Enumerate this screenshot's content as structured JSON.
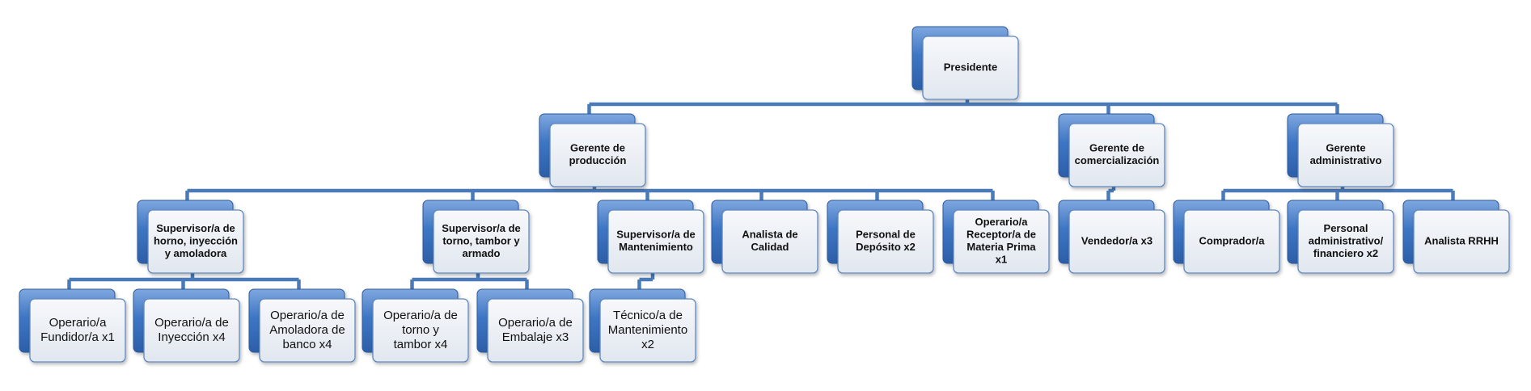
{
  "colors": {
    "connector": "#4a7ab8",
    "back_card": "#3f78c6",
    "front_card": "#eef2f7",
    "front_border": "#5f88bf",
    "text": "#111111"
  },
  "nodes": [
    {
      "id": "presidente",
      "lines": [
        "Presidente"
      ],
      "bold": true
    },
    {
      "id": "gerente-produccion",
      "lines": [
        "Gerente de",
        "producción"
      ],
      "bold": true
    },
    {
      "id": "gerente-comercializacion",
      "lines": [
        "Gerente de",
        "comercialización"
      ],
      "bold": true
    },
    {
      "id": "gerente-administrativo",
      "lines": [
        "Gerente",
        "administrativo"
      ],
      "bold": true
    },
    {
      "id": "supervisor-horno",
      "lines": [
        "Supervisor/a de",
        "horno, inyección",
        "y amoladora"
      ],
      "bold": true
    },
    {
      "id": "supervisor-torno",
      "lines": [
        "Supervisor/a de",
        "torno, tambor y",
        "armado"
      ],
      "bold": true
    },
    {
      "id": "supervisor-mantenimiento",
      "lines": [
        "Supervisor/a de",
        "Mantenimiento"
      ],
      "bold": true
    },
    {
      "id": "analista-calidad",
      "lines": [
        "Analista de",
        "Calidad"
      ],
      "bold": true
    },
    {
      "id": "personal-deposito",
      "lines": [
        "Personal de",
        "Depósito x2"
      ],
      "bold": true
    },
    {
      "id": "operario-receptor",
      "lines": [
        "Operario/a",
        "Receptor/a de",
        "Materia Prima",
        "x1"
      ],
      "bold": true
    },
    {
      "id": "vendedor",
      "lines": [
        "Vendedor/a x3"
      ],
      "bold": true
    },
    {
      "id": "comprador",
      "lines": [
        "Comprador/a"
      ],
      "bold": true
    },
    {
      "id": "personal-administrativo",
      "lines": [
        "Personal",
        "administrativo/",
        "financiero x2"
      ],
      "bold": true
    },
    {
      "id": "analista-rrhh",
      "lines": [
        "Analista RRHH"
      ],
      "bold": true
    },
    {
      "id": "operario-fundidor",
      "lines": [
        "Operario/a",
        "Fundidor/a x1"
      ],
      "bold": false
    },
    {
      "id": "operario-inyeccion",
      "lines": [
        "Operario/a de",
        "Inyección x4"
      ],
      "bold": false
    },
    {
      "id": "operario-amoladora",
      "lines": [
        "Operario/a de",
        "Amoladora de",
        "banco x4"
      ],
      "bold": false
    },
    {
      "id": "operario-torno",
      "lines": [
        "Operario/a de",
        "torno y",
        "tambor x4"
      ],
      "bold": false
    },
    {
      "id": "operario-embalaje",
      "lines": [
        "Operario/a de",
        "Embalaje x3"
      ],
      "bold": false
    },
    {
      "id": "tecnico-mantenimiento",
      "lines": [
        "Técnico/a de",
        "Mantenimiento",
        "x2"
      ],
      "bold": false
    }
  ],
  "edges": [
    [
      "presidente",
      "gerente-produccion"
    ],
    [
      "presidente",
      "gerente-comercializacion"
    ],
    [
      "presidente",
      "gerente-administrativo"
    ],
    [
      "gerente-produccion",
      "supervisor-horno"
    ],
    [
      "gerente-produccion",
      "supervisor-torno"
    ],
    [
      "gerente-produccion",
      "supervisor-mantenimiento"
    ],
    [
      "gerente-produccion",
      "analista-calidad"
    ],
    [
      "gerente-produccion",
      "personal-deposito"
    ],
    [
      "gerente-produccion",
      "operario-receptor"
    ],
    [
      "gerente-comercializacion",
      "vendedor"
    ],
    [
      "gerente-administrativo",
      "comprador"
    ],
    [
      "gerente-administrativo",
      "personal-administrativo"
    ],
    [
      "gerente-administrativo",
      "analista-rrhh"
    ],
    [
      "supervisor-horno",
      "operario-fundidor"
    ],
    [
      "supervisor-horno",
      "operario-inyeccion"
    ],
    [
      "supervisor-horno",
      "operario-amoladora"
    ],
    [
      "supervisor-torno",
      "operario-torno"
    ],
    [
      "supervisor-torno",
      "operario-embalaje"
    ],
    [
      "supervisor-mantenimiento",
      "tecnico-mantenimiento"
    ]
  ]
}
